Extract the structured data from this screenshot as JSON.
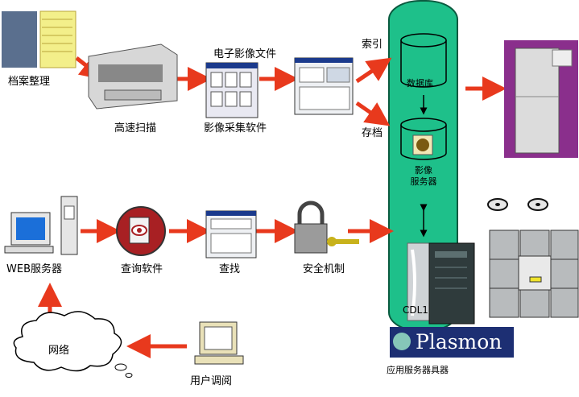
{
  "labels": {
    "archive": "档案整理",
    "scan": "高速扫描",
    "capture": "影像采集软件",
    "eimage": "电子影像文件",
    "index": "索引",
    "store": "存档",
    "database": "数据库",
    "image_server_1": "影像",
    "image_server_2": "服务器",
    "cdl": "CDL1",
    "web_server": "WEB服务器",
    "query_soft": "查询软件",
    "search": "查找",
    "security": "安全机制",
    "network": "网络",
    "user": "用户调阅",
    "app_server": "应用服务器具器",
    "brand": "Plasmon"
  },
  "colors": {
    "arrow": "#e8391d",
    "pillar": "#1ec08a",
    "brand_bg": "#1d2f73"
  }
}
